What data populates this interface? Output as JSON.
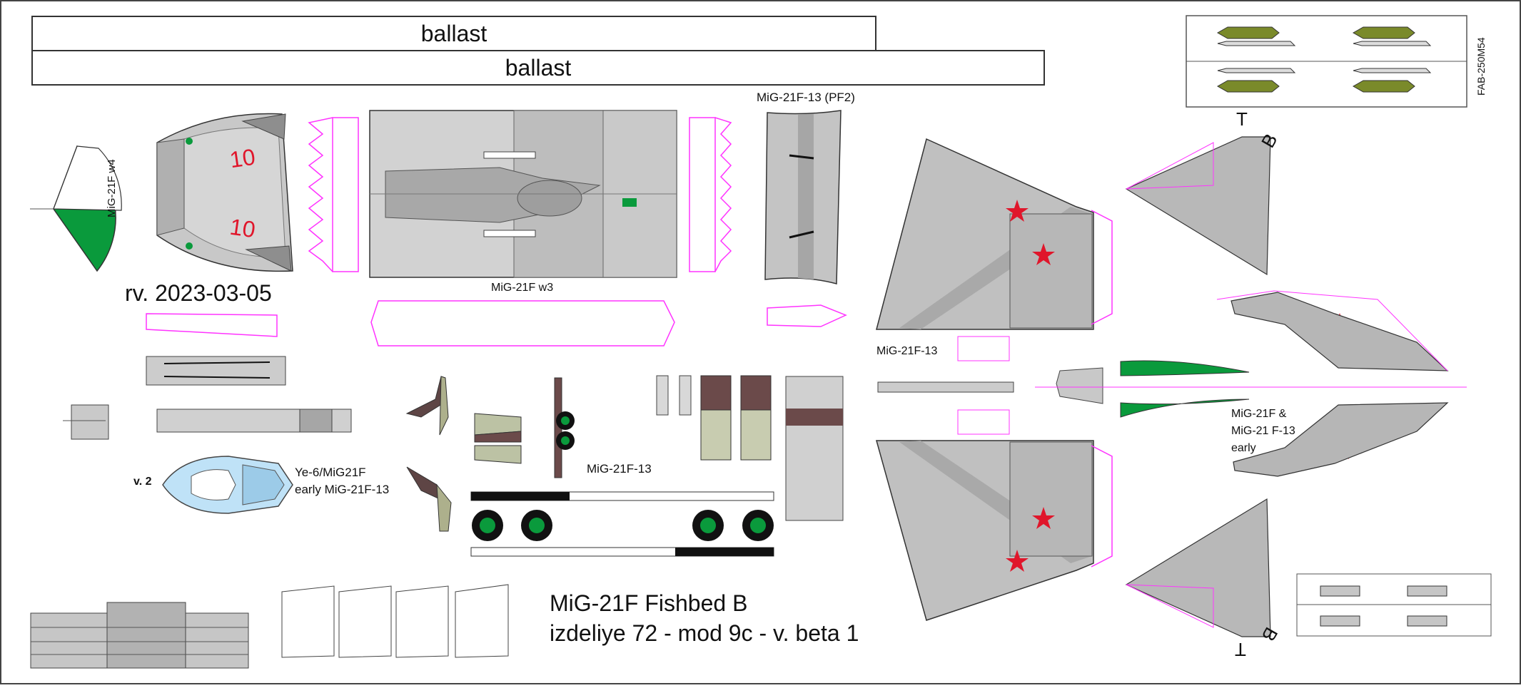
{
  "sheet": {
    "ballast_labels": [
      "ballast",
      "ballast"
    ],
    "revision": "rv. 2023-03-05",
    "title_line1": "MiG-21F Fishbed B",
    "title_line2": "izdeliye 72 - mod 9c - v. beta 1"
  },
  "labels": {
    "w4": "MiG-21F w4",
    "w3": "MiG-21F w3",
    "pf2": "MiG-21F-13 (PF2)",
    "mig21f13_a": "MiG-21F-13",
    "mig21f13_b": "MiG-21F-13",
    "fab": "FAB-250M54",
    "v2": "v. 2",
    "ye6_line1": "Ye-6/MiG21F",
    "ye6_line2": "early MiG-21F-13",
    "early_line1": "MiG-21F &",
    "early_line2": "MiG-21 F-13",
    "early_line3": "early",
    "nose_number": "10",
    "tb_t": "T",
    "tb_b": "B"
  },
  "colors": {
    "outline": "#333333",
    "panel_light": "#d4d4d4",
    "panel_mid": "#b8b8b8",
    "panel_dark": "#9a9a9a",
    "fold_lines": "#ff33ff",
    "green": "#0a9a3c",
    "red_star": "#e0162b",
    "olive": "#7a8a2a",
    "brown": "#6b4a4a",
    "canopy": "#bfe2f7"
  }
}
